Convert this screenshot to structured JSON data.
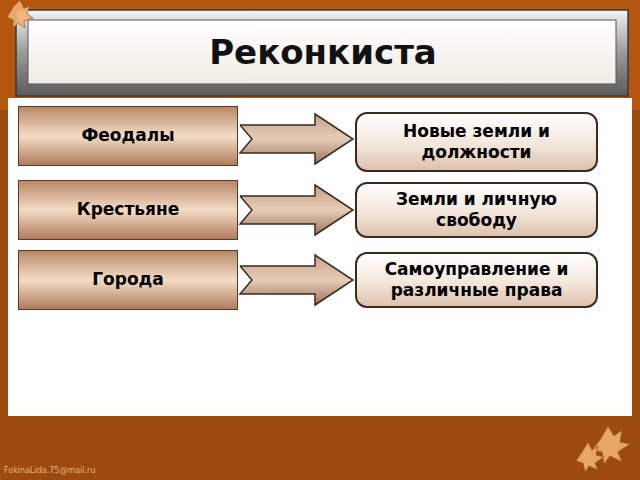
{
  "diagram": {
    "title": "Реконкиста",
    "nodes": [
      {
        "text": [
          "Феодалы"
        ]
      },
      {
        "text": [
          "Новые земли и должности"
        ]
      },
      {
        "text": [
          "Крестьяне"
        ]
      },
      {
        "text": [
          "Земли и личную свободу"
        ]
      },
      {
        "text": [
          "Города"
        ]
      },
      {
        "text": [
          "Самоуправление и различные права"
        ]
      }
    ],
    "edges": [
      {
        "from": 0,
        "to": 1,
        "arrow": "to"
      },
      {
        "from": 2,
        "to": 3,
        "arrow": "to"
      },
      {
        "from": 4,
        "to": 5,
        "arrow": "to"
      }
    ],
    "labels": [
      "FokinaLida.75@mail.ru"
    ]
  }
}
